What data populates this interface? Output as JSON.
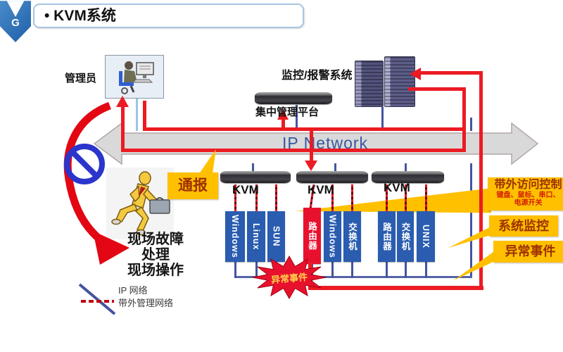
{
  "badge": "G",
  "title": "• KVM系统",
  "labels": {
    "admin": "管理员",
    "monitoring": "监控/报警系统",
    "platform": "集中管理平台",
    "network": "IP Network",
    "notify": "通报",
    "onsite": [
      "现场故障",
      "处理",
      "现场操作"
    ],
    "kvm": [
      "KVM",
      "KVM",
      "KVM"
    ]
  },
  "devices": [
    {
      "label": "Windows",
      "type": "server"
    },
    {
      "label": "Linux",
      "type": "server"
    },
    {
      "label": "SUN",
      "type": "server"
    },
    {
      "label": "路由器",
      "type": "router-alert"
    },
    {
      "label": "Windows",
      "type": "server"
    },
    {
      "label": "交换机",
      "type": "switch"
    },
    {
      "label": "路由器",
      "type": "router"
    },
    {
      "label": "交换机",
      "type": "switch"
    },
    {
      "label": "UNIX",
      "type": "server"
    }
  ],
  "callouts": {
    "oob_title": "带外访问控制",
    "oob_sub1": "键盘、鼠标、串口、",
    "oob_sub2": "电源开关",
    "sysmon": "系统监控",
    "event": "异常事件"
  },
  "starburst": "异常事件",
  "legend": {
    "ip": "IP 网络",
    "oob": "带外管理网络"
  },
  "colors": {
    "accent_yellow": "#FFC000",
    "alert_red": "#E8112D",
    "line_red": "#EC1B23",
    "bar_blue": "#2A5CB0",
    "net_blue": "#44549E",
    "band_gray": "#D9D9D9",
    "band_text_blue": "#36599E"
  }
}
